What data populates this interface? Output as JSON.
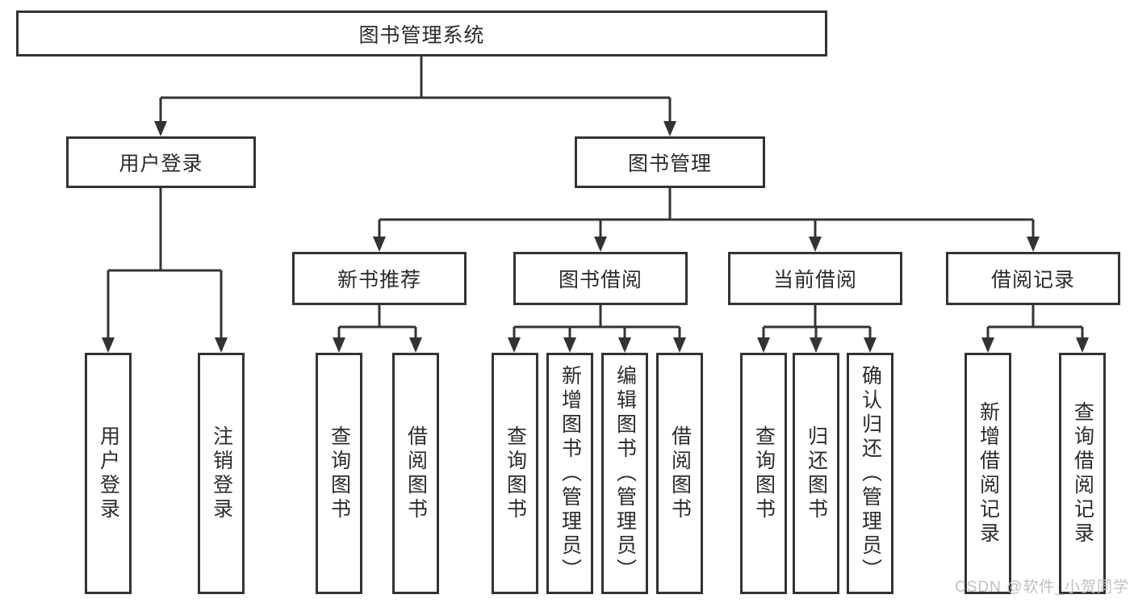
{
  "diagram": {
    "root": {
      "label": "图书管理系统"
    },
    "login_branch": {
      "label": "用户登录",
      "children": [
        {
          "label": "用户登录"
        },
        {
          "label": "注销登录"
        }
      ]
    },
    "mgmt_branch": {
      "label": "图书管理",
      "sections": [
        {
          "label": "新书推荐",
          "children": [
            {
              "label": "查询图书"
            },
            {
              "label": "借阅图书"
            }
          ]
        },
        {
          "label": "图书借阅",
          "children": [
            {
              "label": "查询图书"
            },
            {
              "label": "新增图书（管理员）"
            },
            {
              "label": "编辑图书（管理员）"
            },
            {
              "label": "借阅图书"
            }
          ]
        },
        {
          "label": "当前借阅",
          "children": [
            {
              "label": "查询图书"
            },
            {
              "label": "归还图书"
            },
            {
              "label": "确认归还（管理员）"
            }
          ]
        },
        {
          "label": "借阅记录",
          "children": [
            {
              "label": "新增借阅记录"
            },
            {
              "label": "查询借阅记录"
            }
          ]
        }
      ]
    }
  },
  "watermark": {
    "text": "CSDN @软件_小贺同学"
  },
  "colors": {
    "line": "#333333",
    "box_bg": "#ffffff",
    "text": "#2b2b2b",
    "watermark": "#bfbfbf"
  }
}
